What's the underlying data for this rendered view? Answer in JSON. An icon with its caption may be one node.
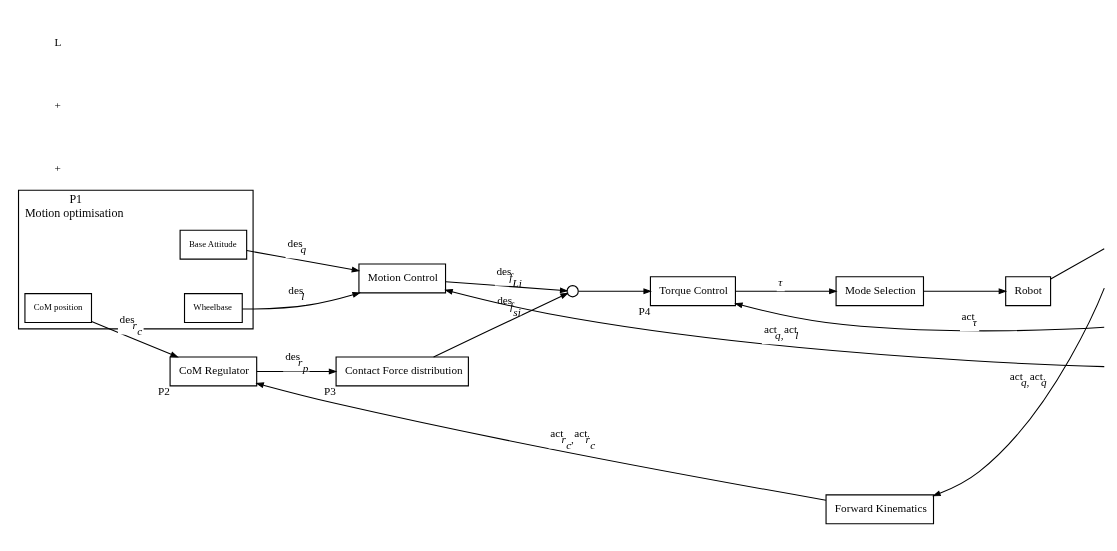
{
  "diagram": {
    "nodes": [
      {
        "text": [
          "Motion optimisation"
        ],
        "beside": [
          "P1"
        ]
      },
      {
        "text": [
          "CoM position"
        ],
        "in": 0
      },
      {
        "text": [
          "Base Attitude"
        ],
        "in": 0
      },
      {
        "text": [
          "Wheelbase"
        ],
        "in": 0
      },
      {
        "text": [
          "CoM Regulator"
        ],
        "beside": [
          "P2"
        ]
      },
      {
        "text": [
          "Contact Force distribution"
        ],
        "beside": [
          "P3"
        ]
      },
      {
        "text": [
          "Forward Kinematics"
        ]
      },
      {
        "text": [],
        "shape": "circle"
      },
      {
        "text": [
          "Torque Control"
        ],
        "beside": [
          "P4"
        ]
      },
      {
        "text": [
          "Mode Selection"
        ]
      },
      {
        "text": [
          "Robot"
        ]
      },
      {
        "text": [
          "Motion Control"
        ]
      }
    ],
    "edges": [
      {
        "from": 1,
        "to": 4,
        "arrow": "to",
        "label": "$^{des}$*r*$_{c}$"
      },
      {
        "from": 4,
        "to": 5,
        "arrow": "to",
        "label": "$^{des}$*r*$_{p}$"
      },
      {
        "from": 5,
        "to": 7,
        "arrow": "to",
        "label": "$^{des}$*f*$_{si}$"
      },
      {
        "from": 11,
        "to": 7,
        "arrow": "to",
        "label": "$^{des}$*f*$_{Li}$"
      },
      {
        "from": 7,
        "to": 8,
        "arrow": "to"
      },
      {
        "from": 8,
        "to": 9,
        "arrow": "to",
        "label": "*τ*"
      },
      {
        "from": 9,
        "to": 10,
        "arrow": "to"
      },
      {
        "from": 10,
        "to": null,
        "arrow": "none"
      },
      {
        "from": null,
        "to": 6,
        "arrow": "to",
        "label": "$^{act}$*q*,$^{act}$*q̇*"
      },
      {
        "from": 6,
        "to": 4,
        "arrow": "to",
        "label": "$^{act}$*r*$_{c}$,$^{act}$*ṙ*$_{c}$"
      },
      {
        "from": null,
        "to": 8,
        "arrow": "to",
        "label": "$^{act}$*τ*"
      },
      {
        "from": 2,
        "to": 11,
        "arrow": "to",
        "label": "$^{des}$*q*"
      },
      {
        "from": 3,
        "to": 11,
        "arrow": "to",
        "label": "$^{des}$*l*"
      },
      {
        "from": null,
        "to": 11,
        "arrow": "to",
        "label": "$^{act}$*q*,$^{act}$*l*"
      }
    ],
    "labels": [
      "+",
      "+",
      "L"
    ]
  }
}
